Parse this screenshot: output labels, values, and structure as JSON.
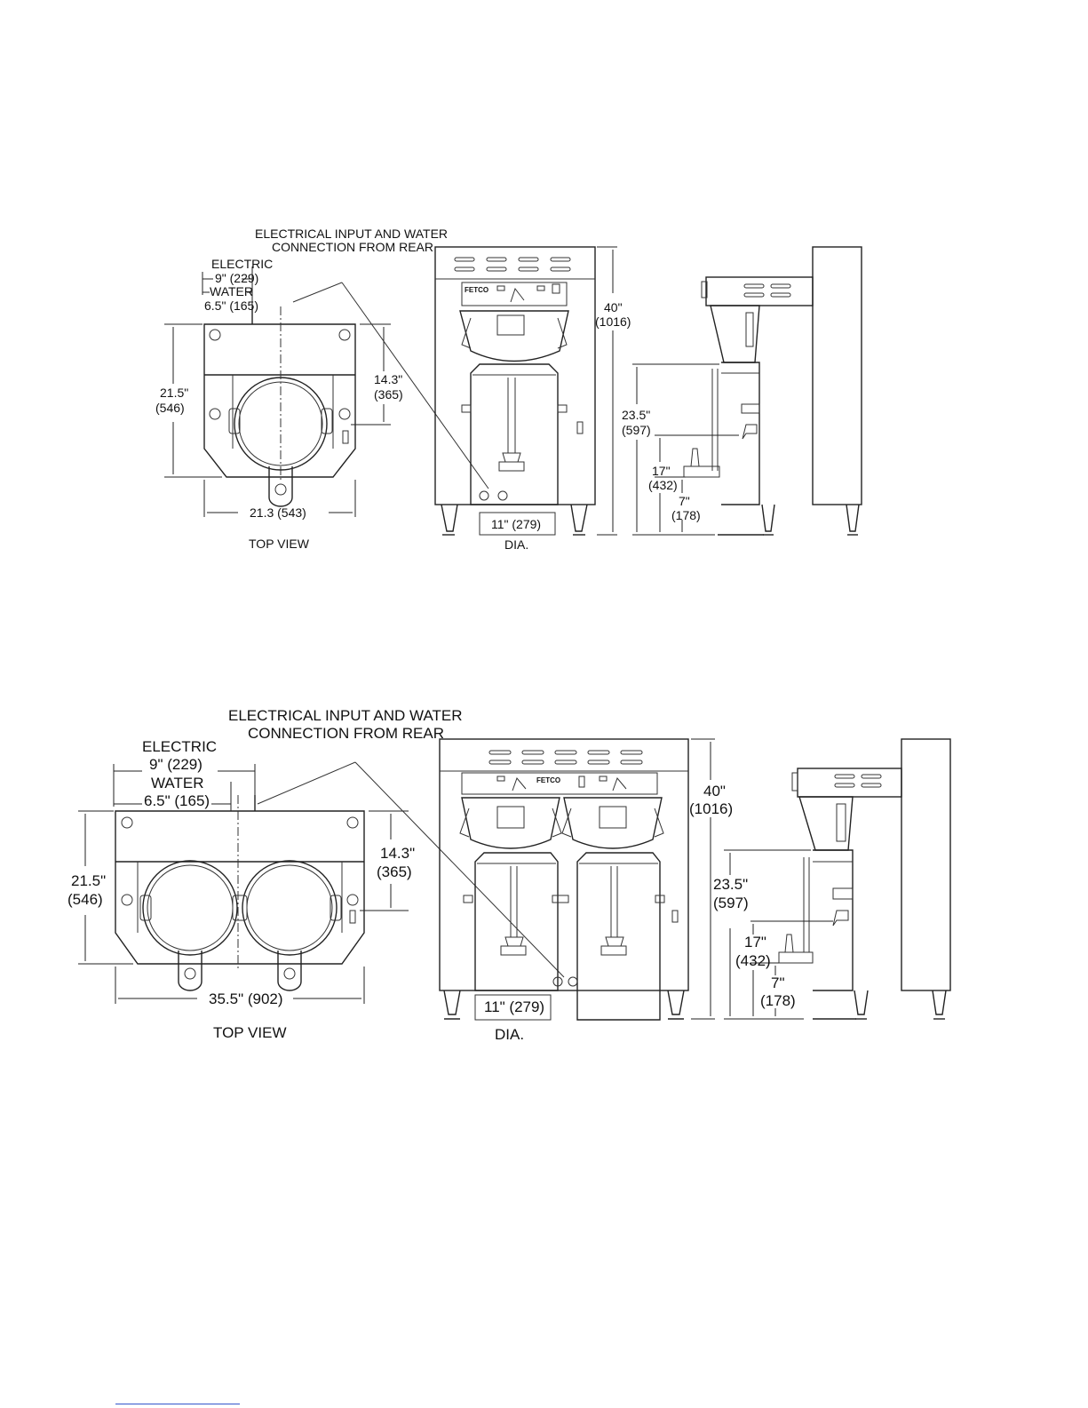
{
  "single": {
    "top_view": {
      "electrical_note_line1": "ELECTRICAL INPUT AND WATER",
      "electrical_note_line2": "CONNECTION FROM REAR",
      "electric_label": "ELECTRIC",
      "electric_dim": "9\" (229)",
      "water_label": "WATER",
      "water_dim": "6.5\" (165)",
      "depth_in": "21.5\"",
      "depth_mm": "(546)",
      "center_in": "14.3\"",
      "center_mm": "(365)",
      "width_dim": "21.3 (543)",
      "caption": "TOP VIEW"
    },
    "front_view": {
      "height_in": "40\"",
      "height_mm": "(1016)",
      "dia_dim": "11\" (279)",
      "dia_label": "DIA.",
      "brand": "FETCO"
    },
    "side_view": {
      "h1_in": "23.5\"",
      "h1_mm": "(597)",
      "h2_in": "17\"",
      "h2_mm": "(432)",
      "h3_in": "7\"",
      "h3_mm": "(178)"
    }
  },
  "twin": {
    "top_view": {
      "electrical_note_line1": "ELECTRICAL INPUT AND WATER",
      "electrical_note_line2": "CONNECTION FROM REAR",
      "electric_label": "ELECTRIC",
      "electric_dim": "9\" (229)",
      "water_label": "WATER",
      "water_dim": "6.5\" (165)",
      "depth_in": "21.5\"",
      "depth_mm": "(546)",
      "center_in": "14.3\"",
      "center_mm": "(365)",
      "width_dim": "35.5\" (902)",
      "caption": "TOP VIEW"
    },
    "front_view": {
      "height_in": "40\"",
      "height_mm": "(1016)",
      "dia_dim": "11\" (279)",
      "dia_label": "DIA.",
      "brand": "FETCO"
    },
    "side_view": {
      "h1_in": "23.5\"",
      "h1_mm": "(597)",
      "h2_in": "17\"",
      "h2_mm": "(432)",
      "h3_in": "7\"",
      "h3_mm": "(178)"
    }
  }
}
